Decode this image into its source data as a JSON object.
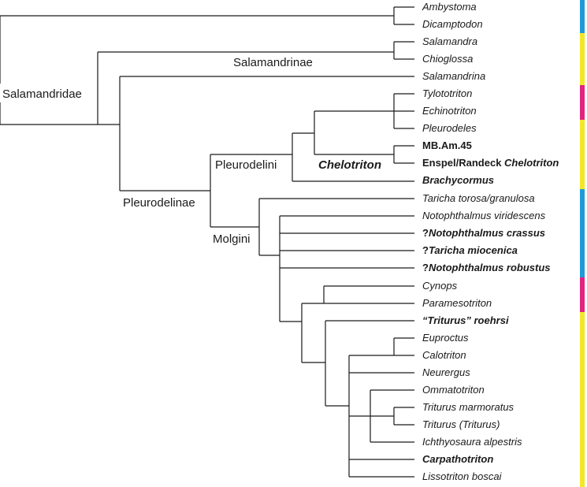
{
  "colors": {
    "line": "#1a1a1a",
    "blue": "#1e9ad6",
    "magenta": "#e0247f",
    "yellow": "#f3e72a"
  },
  "clades": {
    "salamandridae": "Salamandridae",
    "salamandrinae": "Salamandrinae",
    "pleurodelinae": "Pleurodelinae",
    "pleurodelini": "Pleurodelini",
    "molgini": "Molgini",
    "chelotriton": "Chelotriton"
  },
  "taxa": [
    {
      "id": "ambystoma",
      "label": "Ambystoma"
    },
    {
      "id": "dicamptodon",
      "label": "Dicamptodon"
    },
    {
      "id": "salamandra",
      "label": "Salamandra"
    },
    {
      "id": "chioglossa",
      "label": "Chioglossa"
    },
    {
      "id": "salamandrina",
      "label": "Salamandrina"
    },
    {
      "id": "tylototriton",
      "label": "Tylototriton"
    },
    {
      "id": "echinotriton",
      "label": "Echinotriton"
    },
    {
      "id": "pleurodeles",
      "label": "Pleurodeles"
    },
    {
      "id": "mb-am-45",
      "label": "MB.Am.45"
    },
    {
      "id": "enspel-randeck",
      "label": "Enspel/Randeck ",
      "label_italic": "Chelotriton"
    },
    {
      "id": "brachycormus",
      "label": "Brachycormus"
    },
    {
      "id": "taricha-torosa",
      "label": "Taricha torosa/granulosa"
    },
    {
      "id": "notophthalmus-viridescens",
      "label": "Notophthalmus viridescens"
    },
    {
      "id": "notophthalmus-crassus",
      "label": "?",
      "label_italic": "Notophthalmus crassus"
    },
    {
      "id": "taricha-miocenica",
      "label": "?",
      "label_italic": "Taricha miocenica"
    },
    {
      "id": "notophthalmus-robustus",
      "label": "?",
      "label_italic": "Notophthalmus robustus"
    },
    {
      "id": "cynops",
      "label": "Cynops"
    },
    {
      "id": "paramesotriton",
      "label": "Paramesotriton"
    },
    {
      "id": "triturus-roehrsi",
      "label": "“Triturus” roehrsi"
    },
    {
      "id": "euproctus",
      "label": "Euproctus"
    },
    {
      "id": "calotriton",
      "label": "Calotriton"
    },
    {
      "id": "neurergus",
      "label": "Neurergus"
    },
    {
      "id": "ommatotriton",
      "label": "Ommatotriton"
    },
    {
      "id": "triturus-marmoratus",
      "label": "Triturus marmoratus"
    },
    {
      "id": "triturus-triturus",
      "label": "Triturus (Triturus)"
    },
    {
      "id": "ichthyosaura",
      "label": "Ichthyosaura alpestris"
    },
    {
      "id": "carpathotriton",
      "label": "Carpathotriton"
    },
    {
      "id": "lissotriton",
      "label": "Lissotriton boscai"
    }
  ]
}
